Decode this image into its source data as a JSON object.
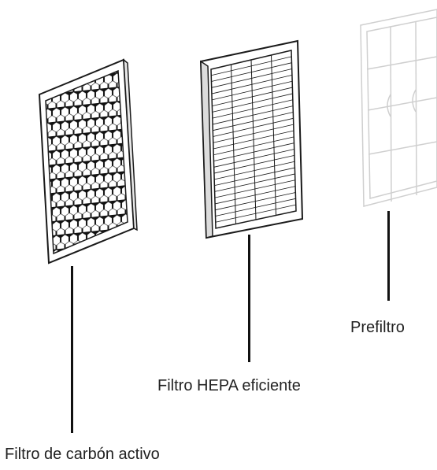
{
  "components": [
    {
      "id": "carbon",
      "label": "Filtro de carbón activo",
      "style": "honeycomb"
    },
    {
      "id": "hepa",
      "label": "Filtro HEPA eficiente",
      "style": "pleated-grid"
    },
    {
      "id": "pre",
      "label": "Prefiltro",
      "style": "mesh-frame"
    }
  ],
  "colors": {
    "line": "#111111",
    "frame": "#1a1a1a",
    "light_frame": "#cfcfcf",
    "text": "#222222"
  }
}
